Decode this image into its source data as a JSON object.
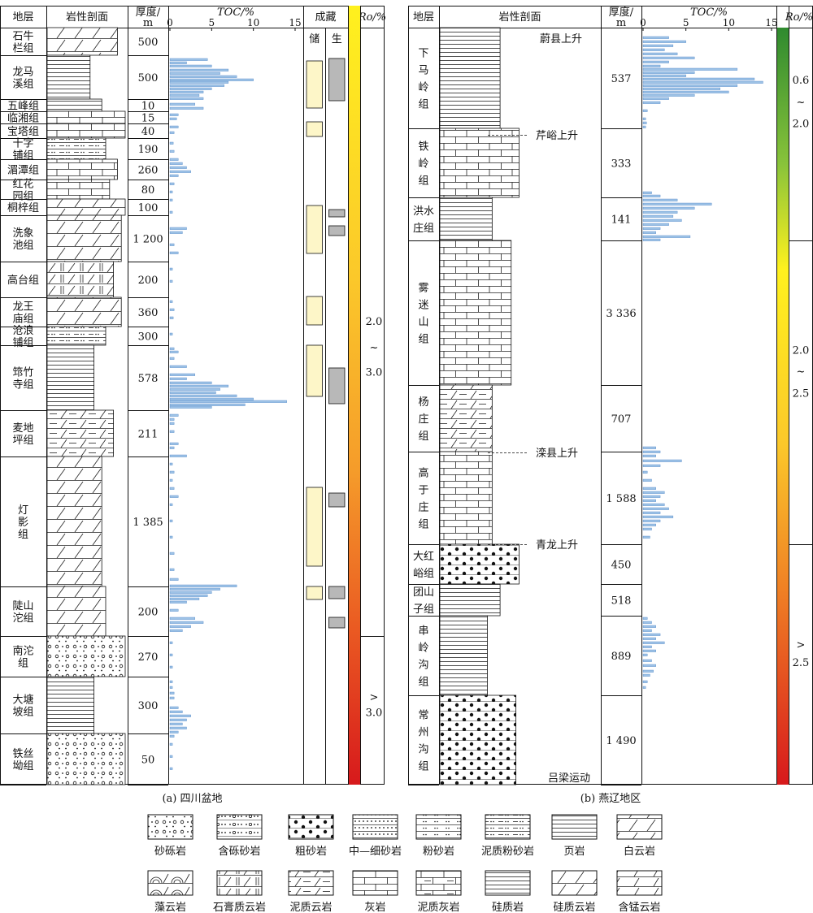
{
  "headers": {
    "strata": "地层",
    "lithology": "岩性剖面",
    "thickness": "厚度/",
    "thickness_unit": "m",
    "toc": "TOC/%",
    "accumulation": "成藏",
    "reservoir": "储",
    "source": "生",
    "ro": "Ro/%"
  },
  "panel_a": {
    "caption": "(a) 四川盆地",
    "toc_ticks": [
      "0",
      "5",
      "10",
      "15"
    ],
    "ro_labels": [
      {
        "text": "2.0",
        "y": 0.41
      },
      {
        "text": "~",
        "y": 0.443
      },
      {
        "text": "3.0",
        "y": 0.475
      },
      {
        "text": ">",
        "y": 0.892
      },
      {
        "text": "3.0",
        "y": 0.912
      }
    ],
    "formations": [
      {
        "name": [
          "石牛",
          "栏组"
        ],
        "thickness": "500"
      },
      {
        "name": [
          "龙马",
          "溪组"
        ],
        "thickness": "500"
      },
      {
        "name": [
          "五峰组"
        ],
        "thickness": "10"
      },
      {
        "name": [
          "临湘组"
        ],
        "thickness": "15"
      },
      {
        "name": [
          "宝塔组"
        ],
        "thickness": "40"
      },
      {
        "name": [
          "十字",
          "铺组"
        ],
        "thickness": "190"
      },
      {
        "name": [
          "湄潭组"
        ],
        "thickness": "260"
      },
      {
        "name": [
          "红花",
          "园组"
        ],
        "thickness": "80"
      },
      {
        "name": [
          "桐梓组"
        ],
        "thickness": "100"
      },
      {
        "name": [
          "洗象",
          "池组"
        ],
        "thickness": "1 200"
      },
      {
        "name": [
          "高台组"
        ],
        "thickness": "200"
      },
      {
        "name": [
          "龙王",
          "庙组"
        ],
        "thickness": "360"
      },
      {
        "name": [
          "沧浪",
          "铺组"
        ],
        "thickness": "300"
      },
      {
        "name": [
          "筇竹",
          "寺组"
        ],
        "thickness": "578"
      },
      {
        "name": [
          "麦地",
          "坪组"
        ],
        "thickness": "211"
      },
      {
        "name": [
          "灯",
          "影",
          "组"
        ],
        "thickness": "1 385"
      },
      {
        "name": [
          "陡山",
          "沱组"
        ],
        "thickness": "200"
      },
      {
        "name": [
          "南沱",
          "组"
        ],
        "thickness": "270"
      },
      {
        "name": [
          "大塘",
          "坡组"
        ],
        "thickness": "300"
      },
      {
        "name": [
          "铁丝",
          "坳组"
        ],
        "thickness": "50"
      }
    ]
  },
  "panel_b": {
    "caption": "(b) 燕辽地区",
    "toc_ticks": [
      "0",
      "5",
      "10",
      "15"
    ],
    "ro_labels": [
      {
        "text": "0.6",
        "y": 0.1
      },
      {
        "text": "~",
        "y": 0.128
      },
      {
        "text": "2.0",
        "y": 0.156
      },
      {
        "text": "2.0",
        "y": 0.447
      },
      {
        "text": "~",
        "y": 0.474
      },
      {
        "text": "2.5",
        "y": 0.502
      },
      {
        "text": ">",
        "y": 0.825
      },
      {
        "text": "2.5",
        "y": 0.848
      }
    ],
    "formations": [
      {
        "name": [
          "下",
          "马",
          "岭",
          "组"
        ],
        "thickness": "537"
      },
      {
        "name": [
          "铁",
          "岭",
          "组"
        ],
        "thickness": "333"
      },
      {
        "name": [
          "洪水",
          "庄组"
        ],
        "thickness": "141"
      },
      {
        "name": [
          "雾",
          "迷",
          "山",
          "组"
        ],
        "thickness": "3 336"
      },
      {
        "name": [
          "杨",
          "庄",
          "组"
        ],
        "thickness": "707"
      },
      {
        "name": [
          "高",
          "于",
          "庄",
          "组"
        ],
        "thickness": "1 588"
      },
      {
        "name": [
          "大红",
          "峪组"
        ],
        "thickness": "450"
      },
      {
        "name": [
          "团山",
          "子组"
        ],
        "thickness": "518"
      },
      {
        "name": [
          "串",
          "岭",
          "沟",
          "组"
        ],
        "thickness": "889"
      },
      {
        "name": [
          "常",
          "州",
          "沟",
          "组"
        ],
        "thickness": "1 490"
      }
    ],
    "events": [
      "蔚县上升",
      "芹峪上升",
      "滦县上升",
      "青龙上升",
      "吕梁运动"
    ]
  },
  "legend": [
    {
      "label": "砂砾岩",
      "pattern": "conglomerate"
    },
    {
      "label": "含砾砂岩",
      "pattern": "pebbly-sandstone"
    },
    {
      "label": "粗砂岩",
      "pattern": "coarse-sandstone"
    },
    {
      "label": "中—细砂岩",
      "pattern": "fine-sandstone"
    },
    {
      "label": "粉砂岩",
      "pattern": "siltstone"
    },
    {
      "label": "泥质粉砂岩",
      "pattern": "muddy-siltstone"
    },
    {
      "label": "页岩",
      "pattern": "shale"
    },
    {
      "label": "白云岩",
      "pattern": "dolomite"
    },
    {
      "label": "藻云岩",
      "pattern": "algal-dolomite"
    },
    {
      "label": "石膏质云岩",
      "pattern": "gypsum-dolomite"
    },
    {
      "label": "泥质云岩",
      "pattern": "muddy-dolomite"
    },
    {
      "label": "灰岩",
      "pattern": "limestone"
    },
    {
      "label": "泥质灰岩",
      "pattern": "muddy-limestone"
    },
    {
      "label": "硅质岩",
      "pattern": "siliceous-rock"
    },
    {
      "label": "硅质云岩",
      "pattern": "siliceous-dolomite"
    },
    {
      "label": "含锰云岩",
      "pattern": "mn-dolomite"
    }
  ],
  "colors": {
    "toc_bar": "#9ec3e6",
    "toc_bar_edge": "#4f86c6",
    "reservoir": "#fdf6c8",
    "source": "#b8b8b8"
  }
}
